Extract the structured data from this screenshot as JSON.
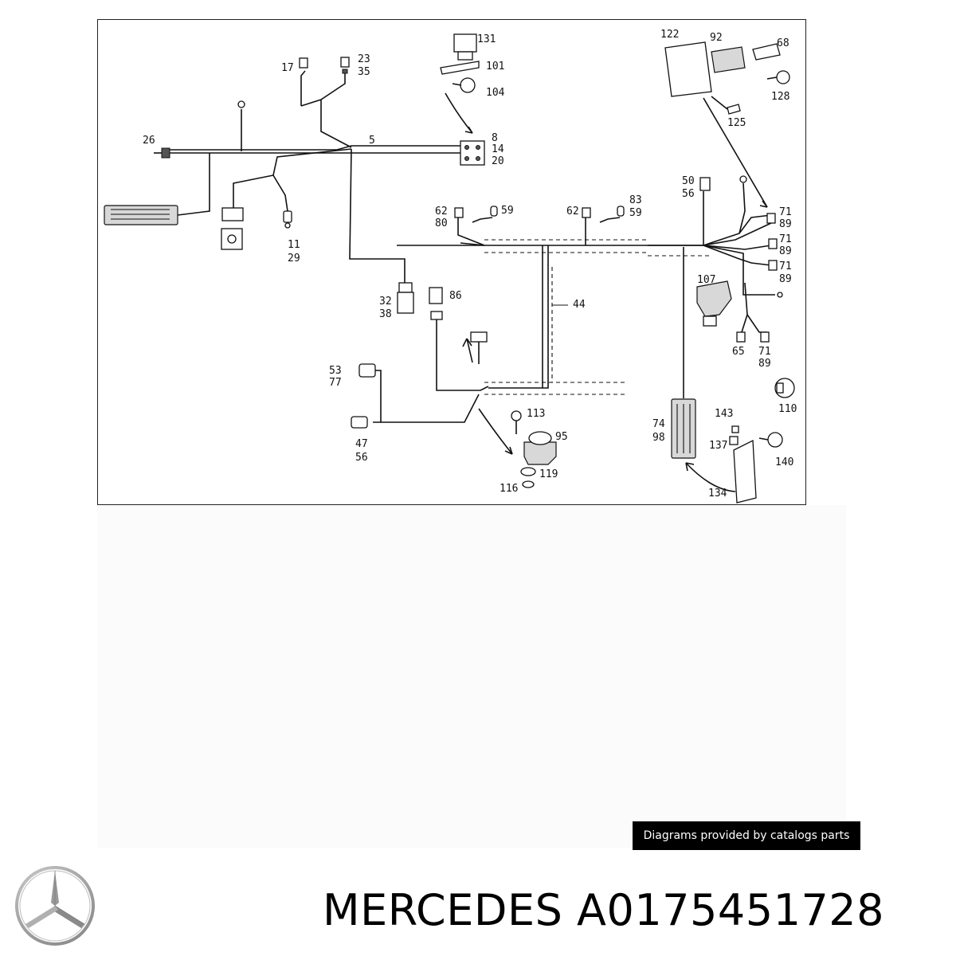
{
  "diagram": {
    "callouts": [
      {
        "id": "c131",
        "text": "131"
      },
      {
        "id": "c101",
        "text": "101"
      },
      {
        "id": "c104",
        "text": "104"
      },
      {
        "id": "c17",
        "text": "17"
      },
      {
        "id": "c23",
        "text": "23"
      },
      {
        "id": "c35",
        "text": "35"
      },
      {
        "id": "c26",
        "text": "26"
      },
      {
        "id": "c5",
        "text": "5"
      },
      {
        "id": "c8",
        "text": "8"
      },
      {
        "id": "c14",
        "text": "14"
      },
      {
        "id": "c20",
        "text": "20"
      },
      {
        "id": "c11",
        "text": "11"
      },
      {
        "id": "c29",
        "text": "29"
      },
      {
        "id": "c122",
        "text": "122"
      },
      {
        "id": "c92",
        "text": "92"
      },
      {
        "id": "c68",
        "text": "68"
      },
      {
        "id": "c128",
        "text": "128"
      },
      {
        "id": "c125",
        "text": "125"
      },
      {
        "id": "c50",
        "text": "50"
      },
      {
        "id": "c56a",
        "text": "56"
      },
      {
        "id": "c62a",
        "text": "62"
      },
      {
        "id": "c80",
        "text": "80"
      },
      {
        "id": "c59a",
        "text": "59"
      },
      {
        "id": "c62b",
        "text": "62"
      },
      {
        "id": "c83",
        "text": "83"
      },
      {
        "id": "c59b",
        "text": "59"
      },
      {
        "id": "c71a",
        "text": "71"
      },
      {
        "id": "c89a",
        "text": "89"
      },
      {
        "id": "c71b",
        "text": "71"
      },
      {
        "id": "c89b",
        "text": "89"
      },
      {
        "id": "c71c",
        "text": "71"
      },
      {
        "id": "c89c",
        "text": "89"
      },
      {
        "id": "c107",
        "text": "107"
      },
      {
        "id": "c44",
        "text": "44"
      },
      {
        "id": "c32",
        "text": "32"
      },
      {
        "id": "c38",
        "text": "38"
      },
      {
        "id": "c86",
        "text": "86"
      },
      {
        "id": "c65",
        "text": "65"
      },
      {
        "id": "c71d",
        "text": "71"
      },
      {
        "id": "c89d",
        "text": "89"
      },
      {
        "id": "c53",
        "text": "53"
      },
      {
        "id": "c77",
        "text": "77"
      },
      {
        "id": "c110",
        "text": "110"
      },
      {
        "id": "c113",
        "text": "113"
      },
      {
        "id": "c143",
        "text": "143"
      },
      {
        "id": "c95",
        "text": "95"
      },
      {
        "id": "c74",
        "text": "74"
      },
      {
        "id": "c98",
        "text": "98"
      },
      {
        "id": "c137",
        "text": "137"
      },
      {
        "id": "c140",
        "text": "140"
      },
      {
        "id": "c47",
        "text": "47"
      },
      {
        "id": "c56b",
        "text": "56"
      },
      {
        "id": "c119",
        "text": "119"
      },
      {
        "id": "c116",
        "text": "116"
      },
      {
        "id": "c134",
        "text": "134"
      }
    ]
  },
  "credit": {
    "text": "Diagrams provided by catalogs parts"
  },
  "brand": {
    "name": "MERCEDES",
    "part_number": "A0175451728",
    "logo_icon": "mercedes-star-icon"
  }
}
